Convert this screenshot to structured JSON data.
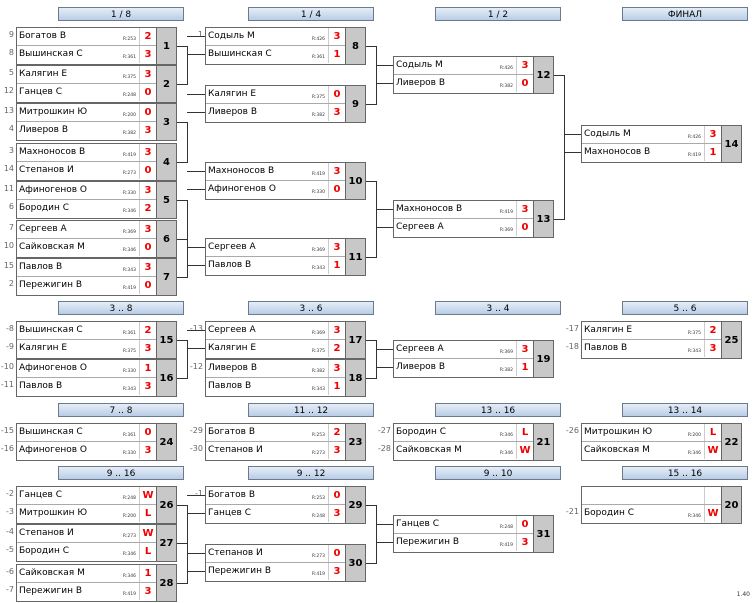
{
  "headers": [
    "1 / 8",
    "1 / 4",
    "1 / 2",
    "ФИНАЛ",
    "3 .. 8",
    "3 .. 6",
    "3 .. 4",
    "5 .. 6",
    "7 .. 8",
    "11 .. 12",
    "13 .. 16",
    "13 .. 14",
    "9 .. 16",
    "9 .. 12",
    "9 .. 10",
    "15 .. 16"
  ],
  "version": "1.40",
  "matches": [
    {
      "no": "1",
      "p1": {
        "seed": "9",
        "name": "Богатов В",
        "rating": "R:253",
        "score": "2"
      },
      "p2": {
        "seed": "8",
        "name": "Вышинская С",
        "rating": "R:361",
        "score": "3"
      }
    },
    {
      "no": "2",
      "p1": {
        "seed": "5",
        "name": "Калягин Е",
        "rating": "R:375",
        "score": "3"
      },
      "p2": {
        "seed": "12",
        "name": "Ганцев С",
        "rating": "R:248",
        "score": "0"
      }
    },
    {
      "no": "3",
      "p1": {
        "seed": "13",
        "name": "Митрошкин Ю",
        "rating": "R:200",
        "score": "0"
      },
      "p2": {
        "seed": "4",
        "name": "Ливеров В",
        "rating": "R:382",
        "score": "3"
      }
    },
    {
      "no": "4",
      "p1": {
        "seed": "3",
        "name": "Махноносов В",
        "rating": "R:419",
        "score": "3"
      },
      "p2": {
        "seed": "14",
        "name": "Степанов И",
        "rating": "R:273",
        "score": "0"
      }
    },
    {
      "no": "5",
      "p1": {
        "seed": "11",
        "name": "Афиногенов О",
        "rating": "R:330",
        "score": "3"
      },
      "p2": {
        "seed": "6",
        "name": "Бородин С",
        "rating": "R:346",
        "score": "2"
      }
    },
    {
      "no": "6",
      "p1": {
        "seed": "7",
        "name": "Сергеев А",
        "rating": "R:369",
        "score": "3"
      },
      "p2": {
        "seed": "10",
        "name": "Сайковская М",
        "rating": "R:346",
        "score": "0"
      }
    },
    {
      "no": "7",
      "p1": {
        "seed": "15",
        "name": "Павлов В",
        "rating": "R:343",
        "score": "3"
      },
      "p2": {
        "seed": "2",
        "name": "Пережигин В",
        "rating": "R:419",
        "score": "0"
      }
    },
    {
      "no": "8",
      "p1": {
        "seed": "1",
        "name": "Содыль М",
        "rating": "R:426",
        "score": "3"
      },
      "p2": {
        "seed": "",
        "name": "Вышинская С",
        "rating": "R:361",
        "score": "1"
      }
    },
    {
      "no": "9",
      "p1": {
        "seed": "",
        "name": "Калягин Е",
        "rating": "R:375",
        "score": "0"
      },
      "p2": {
        "seed": "",
        "name": "Ливеров В",
        "rating": "R:382",
        "score": "3"
      }
    },
    {
      "no": "10",
      "p1": {
        "seed": "",
        "name": "Махноносов В",
        "rating": "R:419",
        "score": "3"
      },
      "p2": {
        "seed": "",
        "name": "Афиногенов О",
        "rating": "R:330",
        "score": "0"
      }
    },
    {
      "no": "11",
      "p1": {
        "seed": "",
        "name": "Сергеев А",
        "rating": "R:369",
        "score": "3"
      },
      "p2": {
        "seed": "",
        "name": "Павлов В",
        "rating": "R:343",
        "score": "1"
      }
    },
    {
      "no": "12",
      "p1": {
        "seed": "",
        "name": "Содыль М",
        "rating": "R:426",
        "score": "3"
      },
      "p2": {
        "seed": "",
        "name": "Ливеров В",
        "rating": "R:382",
        "score": "0"
      }
    },
    {
      "no": "13",
      "p1": {
        "seed": "",
        "name": "Махноносов В",
        "rating": "R:419",
        "score": "3"
      },
      "p2": {
        "seed": "",
        "name": "Сергеев А",
        "rating": "R:369",
        "score": "0"
      }
    },
    {
      "no": "14",
      "p1": {
        "seed": "",
        "name": "Содыль М",
        "rating": "R:426",
        "score": "3"
      },
      "p2": {
        "seed": "",
        "name": "Махноносов В",
        "rating": "R:419",
        "score": "1"
      }
    },
    {
      "no": "15",
      "p1": {
        "seed": "-8",
        "name": "Вышинская С",
        "rating": "R:361",
        "score": "2"
      },
      "p2": {
        "seed": "-9",
        "name": "Калягин Е",
        "rating": "R:375",
        "score": "3"
      }
    },
    {
      "no": "16",
      "p1": {
        "seed": "-10",
        "name": "Афиногенов О",
        "rating": "R:330",
        "score": "1"
      },
      "p2": {
        "seed": "-11",
        "name": "Павлов В",
        "rating": "R:343",
        "score": "3"
      }
    },
    {
      "no": "17",
      "p1": {
        "seed": "-13",
        "name": "Сергеев А",
        "rating": "R:369",
        "score": "3"
      },
      "p2": {
        "seed": "",
        "name": "Калягин Е",
        "rating": "R:375",
        "score": "2"
      }
    },
    {
      "no": "18",
      "p1": {
        "seed": "-12",
        "name": "Ливеров В",
        "rating": "R:382",
        "score": "3"
      },
      "p2": {
        "seed": "",
        "name": "Павлов В",
        "rating": "R:343",
        "score": "1"
      }
    },
    {
      "no": "19",
      "p1": {
        "seed": "",
        "name": "Сергеев А",
        "rating": "R:369",
        "score": "3"
      },
      "p2": {
        "seed": "",
        "name": "Ливеров В",
        "rating": "R:382",
        "score": "1"
      }
    },
    {
      "no": "25",
      "p1": {
        "seed": "-17",
        "name": "Калягин Е",
        "rating": "R:375",
        "score": "2"
      },
      "p2": {
        "seed": "-18",
        "name": "Павлов В",
        "rating": "R:343",
        "score": "3"
      }
    },
    {
      "no": "24",
      "p1": {
        "seed": "-15",
        "name": "Вышинская С",
        "rating": "R:361",
        "score": "0"
      },
      "p2": {
        "seed": "-16",
        "name": "Афиногенов О",
        "rating": "R:330",
        "score": "3"
      }
    },
    {
      "no": "23",
      "p1": {
        "seed": "-29",
        "name": "Богатов В",
        "rating": "R:253",
        "score": "2"
      },
      "p2": {
        "seed": "-30",
        "name": "Степанов И",
        "rating": "R:273",
        "score": "3"
      }
    },
    {
      "no": "21",
      "p1": {
        "seed": "-27",
        "name": "Бородин С",
        "rating": "R:346",
        "score": "L"
      },
      "p2": {
        "seed": "-28",
        "name": "Сайковская М",
        "rating": "R:346",
        "score": "W"
      }
    },
    {
      "no": "22",
      "p1": {
        "seed": "-26",
        "name": "Митрошкин Ю",
        "rating": "R:200",
        "score": "L"
      },
      "p2": {
        "seed": "",
        "name": "Сайковская М",
        "rating": "R:346",
        "score": "W"
      }
    },
    {
      "no": "26",
      "p1": {
        "seed": "-2",
        "name": "Ганцев С",
        "rating": "R:248",
        "score": "W"
      },
      "p2": {
        "seed": "-3",
        "name": "Митрошкин Ю",
        "rating": "R:200",
        "score": "L"
      }
    },
    {
      "no": "27",
      "p1": {
        "seed": "-4",
        "name": "Степанов И",
        "rating": "R:273",
        "score": "W"
      },
      "p2": {
        "seed": "-5",
        "name": "Бородин С",
        "rating": "R:346",
        "score": "L"
      }
    },
    {
      "no": "28",
      "p1": {
        "seed": "-6",
        "name": "Сайковская М",
        "rating": "R:346",
        "score": "1"
      },
      "p2": {
        "seed": "-7",
        "name": "Пережигин В",
        "rating": "R:419",
        "score": "3"
      }
    },
    {
      "no": "29",
      "p1": {
        "seed": "-1",
        "name": "Богатов В",
        "rating": "R:253",
        "score": "0"
      },
      "p2": {
        "seed": "",
        "name": "Ганцев С",
        "rating": "R:248",
        "score": "3"
      }
    },
    {
      "no": "30",
      "p1": {
        "seed": "",
        "name": "Степанов И",
        "rating": "R:273",
        "score": "0"
      },
      "p2": {
        "seed": "",
        "name": "Пережигин В",
        "rating": "R:419",
        "score": "3"
      }
    },
    {
      "no": "31",
      "p1": {
        "seed": "",
        "name": "Ганцев С",
        "rating": "R:248",
        "score": "0"
      },
      "p2": {
        "seed": "",
        "name": "Пережигин В",
        "rating": "R:419",
        "score": "3"
      }
    },
    {
      "no": "20",
      "p1": {
        "seed": "",
        "name": "",
        "rating": "",
        "score": ""
      },
      "p2": {
        "seed": "-21",
        "name": "Бородин С",
        "rating": "R:346",
        "score": "W"
      }
    }
  ]
}
